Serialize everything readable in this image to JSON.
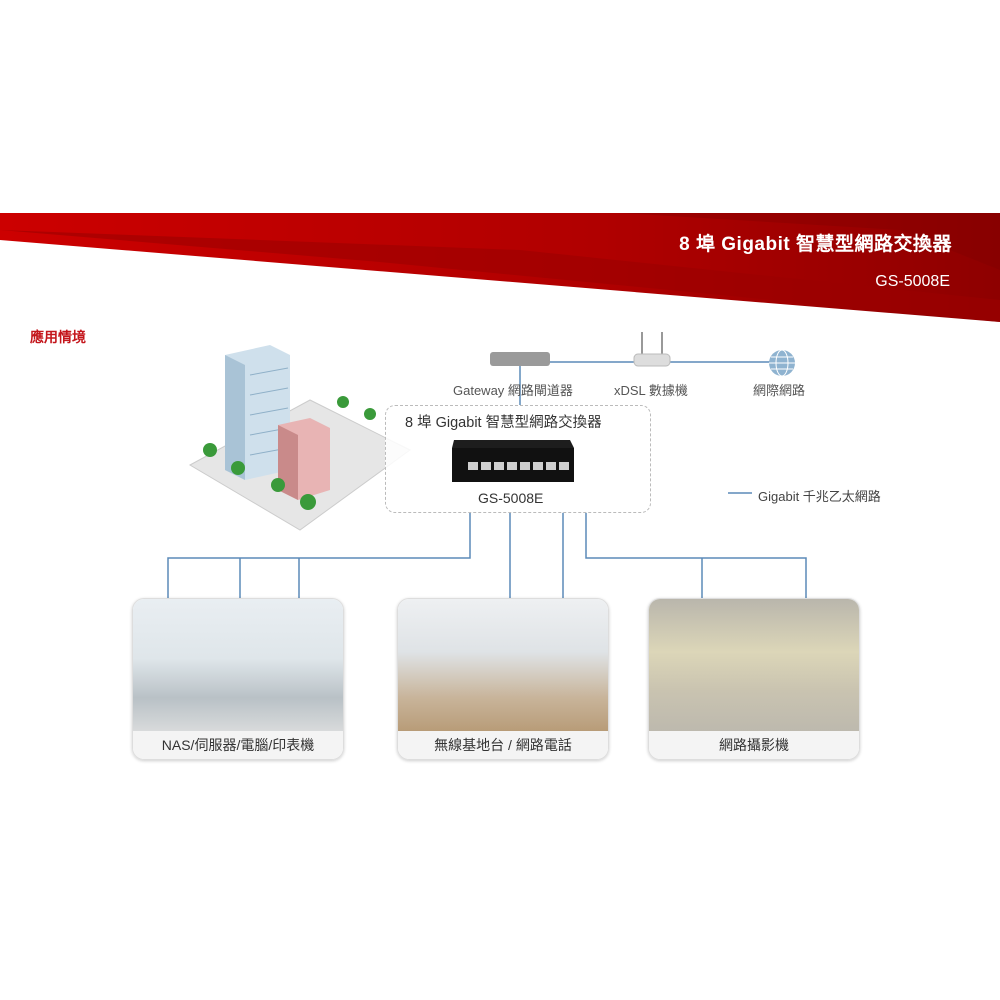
{
  "header": {
    "title": "8 埠 Gigabit 智慧型網路交換器",
    "model": "GS-5008E",
    "colors": {
      "primary": "#c00000",
      "dark": "#9a0000"
    }
  },
  "section_title": "應用情境",
  "topology": {
    "gateway_label": "Gateway 網路閘道器",
    "xdsl_label": "xDSL 數據機",
    "internet_label": "網際網路",
    "switch_title": "8 埠 Gigabit 智慧型網路交換器",
    "switch_model": "GS-5008E",
    "legend_label": "Gigabit 千兆乙太網路",
    "line_color": "#5b8ab8"
  },
  "cards": [
    {
      "caption": "NAS/伺服器/電腦/印表機"
    },
    {
      "caption": "無線基地台 / 網路電話"
    },
    {
      "caption": "網路攝影機"
    }
  ]
}
